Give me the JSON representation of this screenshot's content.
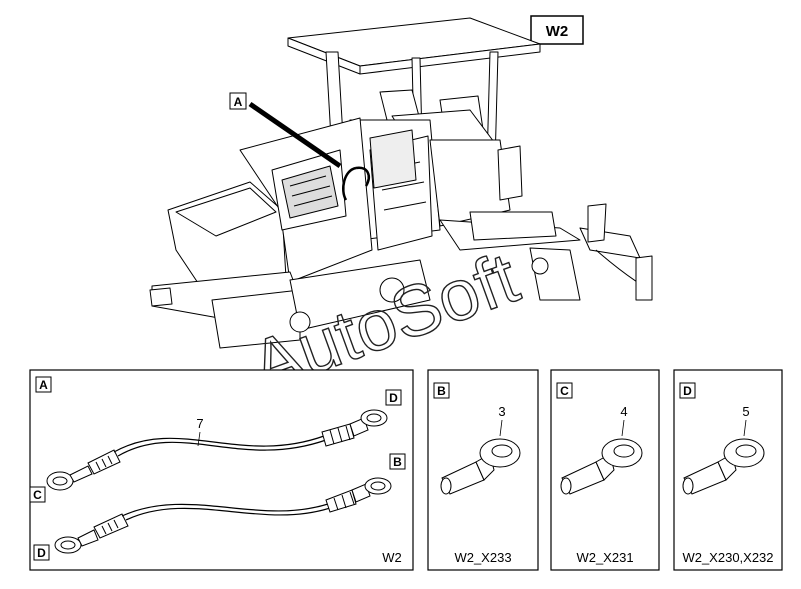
{
  "title": "W2",
  "machine": {
    "callout": "A"
  },
  "watermark": "AutoSoft",
  "panels": [
    {
      "letter": "A",
      "caption": "W2",
      "item_number": "7",
      "end_labels": [
        "D",
        "C",
        "B",
        "D"
      ]
    },
    {
      "letter": "B",
      "item_number": "3",
      "caption": "W2_X233"
    },
    {
      "letter": "C",
      "item_number": "4",
      "caption": "W2_X231"
    },
    {
      "letter": "D",
      "item_number": "5",
      "caption": "W2_X230,X232"
    }
  ]
}
